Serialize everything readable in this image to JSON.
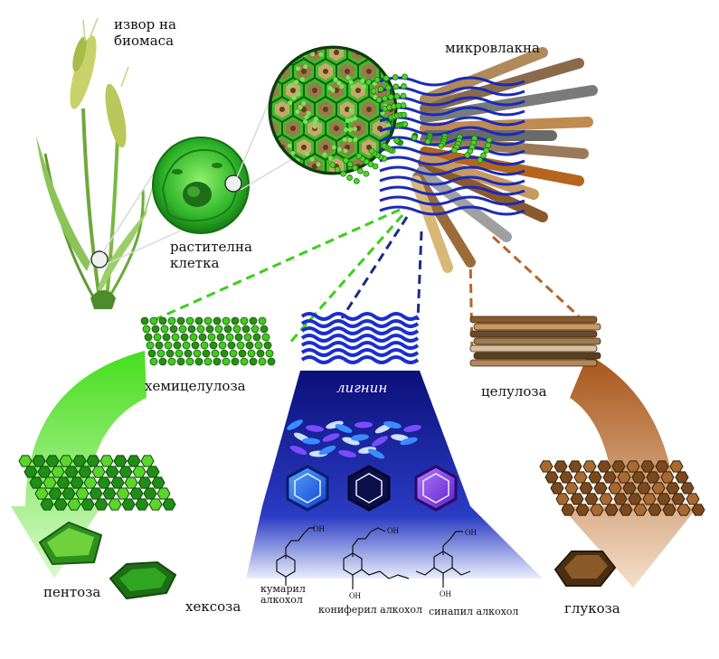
{
  "labels": {
    "biomass_source_line1": "извор на",
    "biomass_source_line2": "биомаса",
    "plant_cell_line1": "растителна",
    "plant_cell_line2": "клетка",
    "microfibrils": "микровлакна",
    "hemicellulose": "хемицелулоза",
    "lignin": "лигнин",
    "cellulose": "целулоза",
    "pentose": "пентоза",
    "hexose": "хексоза",
    "glucose": "глукоза",
    "coumaryl_alcohol_line1": "кумарил",
    "coumaryl_alcohol_line2": "алкохол",
    "coniferyl_alcohol": "кониферил алкохол",
    "sinapyl_alcohol": "синапил алкохол",
    "oh_label": "OH"
  },
  "colors": {
    "hemicellulose": "#3cc21a",
    "lignin": "#1e2aa8",
    "cellulose": "#a0643a",
    "cell_green": "#2db32a",
    "dark_green": "#1f6e14"
  }
}
